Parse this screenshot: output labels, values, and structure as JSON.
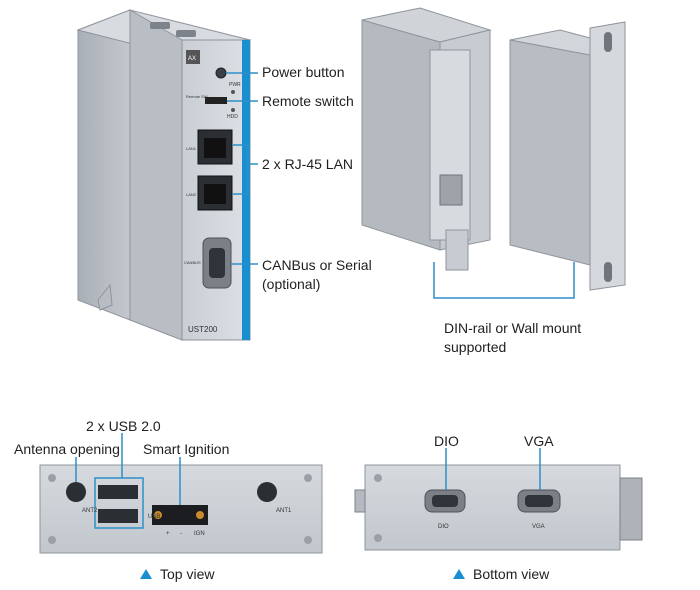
{
  "labels": {
    "power_button": "Power button",
    "remote_switch": "Remote switch",
    "rj45_lan": "2 x RJ-45 LAN",
    "canbus_line1": "CANBus or Serial",
    "canbus_line2": "(optional)",
    "din_rail_line1": "DIN-rail or Wall mount",
    "din_rail_line2": "supported",
    "usb": "2 x USB 2.0",
    "antenna": "Antenna opening",
    "ignition": "Smart Ignition",
    "dio": "DIO",
    "vga": "VGA"
  },
  "captions": {
    "top_view": "Top view",
    "bottom_view": "Bottom view"
  },
  "device_marks": {
    "model": "UST200",
    "brand": "AX",
    "pwr": "PWR",
    "hdd": "HDD",
    "remote_sw": "Remote SW",
    "lan1": "LAN1",
    "lan2": "LAN2",
    "canbus": "CANBUS",
    "ant1": "ANT1",
    "ant2": "ANT2",
    "usb_small": "USB",
    "ign": "IGN",
    "plus": "+",
    "minus": "-",
    "dio_small": "DIO",
    "vga_small": "VGA"
  },
  "colors": {
    "accent": "#1a8fd0",
    "callout": "#2e8fc9"
  }
}
